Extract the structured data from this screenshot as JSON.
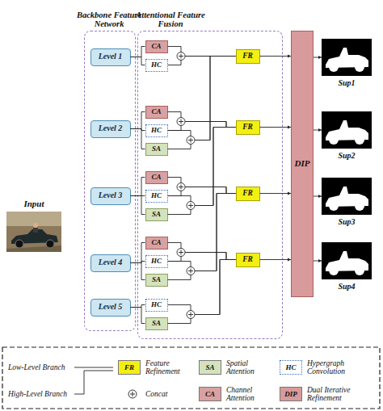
{
  "diagram": {
    "nodes": [
      {
        "text": [
          "Input"
        ]
      },
      {
        "text": [
          "Backbone Feature Network"
        ]
      },
      {
        "text": [
          "Level 1"
        ],
        "in": 1
      },
      {
        "text": [
          "Level 2"
        ],
        "in": 1
      },
      {
        "text": [
          "Level 3"
        ],
        "in": 1
      },
      {
        "text": [
          "Level 4"
        ],
        "in": 1
      },
      {
        "text": [
          "Level 5"
        ],
        "in": 1
      },
      {
        "text": [
          "Attentional Feature Fusion"
        ]
      },
      {
        "text": [
          "CA"
        ],
        "in": 7
      },
      {
        "text": [
          "HC"
        ],
        "in": 7
      },
      {
        "text": [
          "CA"
        ],
        "in": 7
      },
      {
        "text": [
          "HC"
        ],
        "in": 7
      },
      {
        "text": [
          "SA"
        ],
        "in": 7
      },
      {
        "text": [
          "CA"
        ],
        "in": 7
      },
      {
        "text": [
          "HC"
        ],
        "in": 7
      },
      {
        "text": [
          "SA"
        ],
        "in": 7
      },
      {
        "text": [
          "CA"
        ],
        "in": 7
      },
      {
        "text": [
          "HC"
        ],
        "in": 7
      },
      {
        "text": [
          "SA"
        ],
        "in": 7
      },
      {
        "text": [
          "HC"
        ],
        "in": 7
      },
      {
        "text": [
          "SA"
        ],
        "in": 7
      },
      {
        "text": [
          "FR"
        ],
        "in": 7
      },
      {
        "text": [
          "FR"
        ],
        "in": 7
      },
      {
        "text": [
          "FR"
        ],
        "in": 7
      },
      {
        "text": [
          "FR"
        ],
        "in": 7
      },
      {
        "text": [
          "DIP"
        ]
      },
      {
        "text": [
          "Sup1"
        ]
      },
      {
        "text": [
          "Sup2"
        ]
      },
      {
        "text": [
          "Sup3"
        ]
      },
      {
        "text": [
          "Sup4"
        ]
      }
    ],
    "edges": [
      {
        "from": 2,
        "to": 8,
        "arrow": "none"
      },
      {
        "from": 2,
        "to": 9,
        "arrow": "none"
      },
      {
        "from": 3,
        "to": 10,
        "arrow": "none"
      },
      {
        "from": 3,
        "to": 11,
        "arrow": "none"
      },
      {
        "from": 3,
        "to": 12,
        "arrow": "none"
      },
      {
        "from": 4,
        "to": 13,
        "arrow": "none"
      },
      {
        "from": 4,
        "to": 14,
        "arrow": "none"
      },
      {
        "from": 4,
        "to": 15,
        "arrow": "none"
      },
      {
        "from": 5,
        "to": 16,
        "arrow": "none"
      },
      {
        "from": 5,
        "to": 17,
        "arrow": "none"
      },
      {
        "from": 5,
        "to": 18,
        "arrow": "none"
      },
      {
        "from": 6,
        "to": 19,
        "arrow": "none"
      },
      {
        "from": 6,
        "to": 20,
        "arrow": "none"
      },
      {
        "from": 8,
        "to": 21,
        "arrow": "none"
      },
      {
        "from": 9,
        "to": 21,
        "arrow": "none"
      },
      {
        "from": 10,
        "to": 22,
        "arrow": "none"
      },
      {
        "from": 11,
        "to": 22,
        "arrow": "none"
      },
      {
        "from": 13,
        "to": 23,
        "arrow": "none"
      },
      {
        "from": 14,
        "to": 23,
        "arrow": "none"
      },
      {
        "from": 16,
        "to": 24,
        "arrow": "none"
      },
      {
        "from": 17,
        "to": 24,
        "arrow": "none"
      },
      {
        "from": 11,
        "to": 21,
        "arrow": "none"
      },
      {
        "from": 12,
        "to": 21,
        "arrow": "none"
      },
      {
        "from": 14,
        "to": 22,
        "arrow": "none"
      },
      {
        "from": 15,
        "to": 22,
        "arrow": "none"
      },
      {
        "from": 17,
        "to": 23,
        "arrow": "none"
      },
      {
        "from": 18,
        "to": 23,
        "arrow": "none"
      },
      {
        "from": 19,
        "to": 24,
        "arrow": "none"
      },
      {
        "from": 20,
        "to": 24,
        "arrow": "none"
      },
      {
        "from": 21,
        "to": 25,
        "arrow": "to"
      },
      {
        "from": 22,
        "to": 25,
        "arrow": "to"
      },
      {
        "from": 23,
        "to": 25,
        "arrow": "to"
      },
      {
        "from": 24,
        "to": 25,
        "arrow": "to"
      },
      {
        "from": 25,
        "to": 26,
        "arrow": "to"
      },
      {
        "from": 25,
        "to": 27,
        "arrow": "to"
      },
      {
        "from": 25,
        "to": 28,
        "arrow": "to"
      },
      {
        "from": 25,
        "to": 29,
        "arrow": "to"
      }
    ],
    "labels": [
      "FR",
      "SA",
      "HC",
      "CA",
      "DIP"
    ],
    "legend": [
      {
        "text": "Low-Level Branch"
      },
      {
        "text": "Feature Refinement",
        "color": "#f3ef12"
      },
      {
        "text": "Spatial Attention",
        "color": "#d4e3bc"
      },
      {
        "text": "Hypergraph Convolution"
      },
      {
        "text": "High-Level Branch"
      },
      {
        "text": "Concat"
      },
      {
        "text": "Channel Attention",
        "color": "#d9a1a1"
      },
      {
        "text": "Dual Iterative Refinement",
        "color": "#d89a9a"
      }
    ]
  }
}
